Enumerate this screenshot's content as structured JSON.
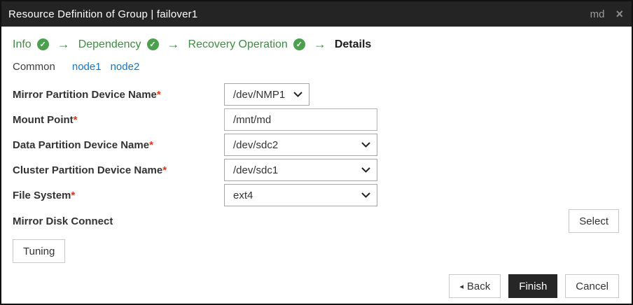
{
  "titlebar": {
    "title": "Resource Definition of Group | failover1",
    "badge": "md",
    "close_icon": "×"
  },
  "steps": {
    "check_icon": "✓",
    "arrow_icon": "→",
    "items": [
      {
        "label": "Info",
        "state": "completed"
      },
      {
        "label": "Dependency",
        "state": "completed"
      },
      {
        "label": "Recovery Operation",
        "state": "completed"
      },
      {
        "label": "Details",
        "state": "current"
      }
    ]
  },
  "tabs": {
    "items": [
      {
        "label": "Common",
        "active": true
      },
      {
        "label": "node1",
        "active": false
      },
      {
        "label": "node2",
        "active": false
      }
    ]
  },
  "form": {
    "required_marker": "*",
    "fields": [
      {
        "label": "Mirror Partition Device Name",
        "required": "*",
        "type": "select",
        "value": "/dev/NMP1"
      },
      {
        "label": "Mount Point",
        "required": "*",
        "type": "text",
        "value": "/mnt/md"
      },
      {
        "label": "Data Partition Device Name",
        "required": "*",
        "type": "select",
        "value": "/dev/sdc2"
      },
      {
        "label": "Cluster Partition Device Name",
        "required": "*",
        "type": "select",
        "value": "/dev/sdc1"
      },
      {
        "label": "File System",
        "required": "*",
        "type": "select",
        "value": "ext4"
      },
      {
        "label": "Mirror Disk Connect",
        "required": "",
        "type": "button",
        "button_label": "Select"
      }
    ],
    "tuning_label": "Tuning"
  },
  "footer": {
    "back_icon": "◂",
    "back_label": "Back",
    "finish_label": "Finish",
    "cancel_label": "Cancel"
  },
  "colors": {
    "accent_green": "#3f8c42",
    "link_blue": "#1b75bb",
    "required_red": "#cf3f1e",
    "titlebar_bg": "#242424",
    "finish_bg": "#262626"
  }
}
